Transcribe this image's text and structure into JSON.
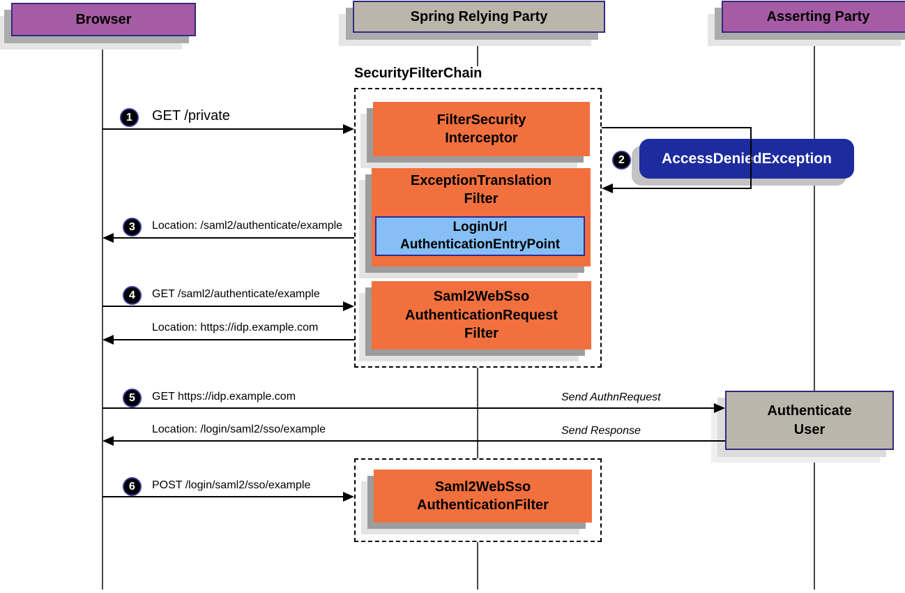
{
  "actors": [
    {
      "label": "Browser"
    },
    {
      "label": "Spring Relying Party"
    },
    {
      "label": "Asserting Party"
    }
  ],
  "chain": {
    "label": "SecurityFilterChain"
  },
  "boxes": {
    "filter_security": "FilterSecurity\nInterceptor",
    "exception_translation": "ExceptionTranslation\nFilter",
    "login_entry": "LoginUrl\nAuthenticationEntryPoint",
    "access_denied": "AccessDeniedException",
    "saml2_request": "Saml2WebSso\nAuthenticationRequest\nFilter",
    "authenticate_user": "Authenticate\nUser",
    "saml2_filter": "Saml2WebSso\nAuthenticationFilter"
  },
  "steps": {
    "s1": {
      "num": "1",
      "text": "GET /private"
    },
    "s2": {
      "num": "2"
    },
    "s3": {
      "num": "3",
      "text": "Location: /saml2/authenticate/example"
    },
    "s4": {
      "num": "4",
      "text": "GET /saml2/authenticate/example"
    },
    "s4_return": {
      "text": "Location: https://idp.example.com"
    },
    "s5": {
      "num": "5",
      "text": "GET https://idp.example.com"
    },
    "s5_send": {
      "text": "Send AuthnRequest"
    },
    "s5_return": {
      "text": "Location: /login/saml2/sso/example"
    },
    "s5_response": {
      "text": "Send Response"
    },
    "s6": {
      "num": "6",
      "text": "POST /login/saml2/sso/example"
    }
  },
  "colors": {
    "actor_purple": "#A65CA5",
    "actor_gray": "#BBB6AB",
    "filter_orange": "#F2703D",
    "entry_point_blue": "#85BFF5",
    "exception_navy": "#1C2B9E",
    "box_border_navy": "#312A7C"
  }
}
